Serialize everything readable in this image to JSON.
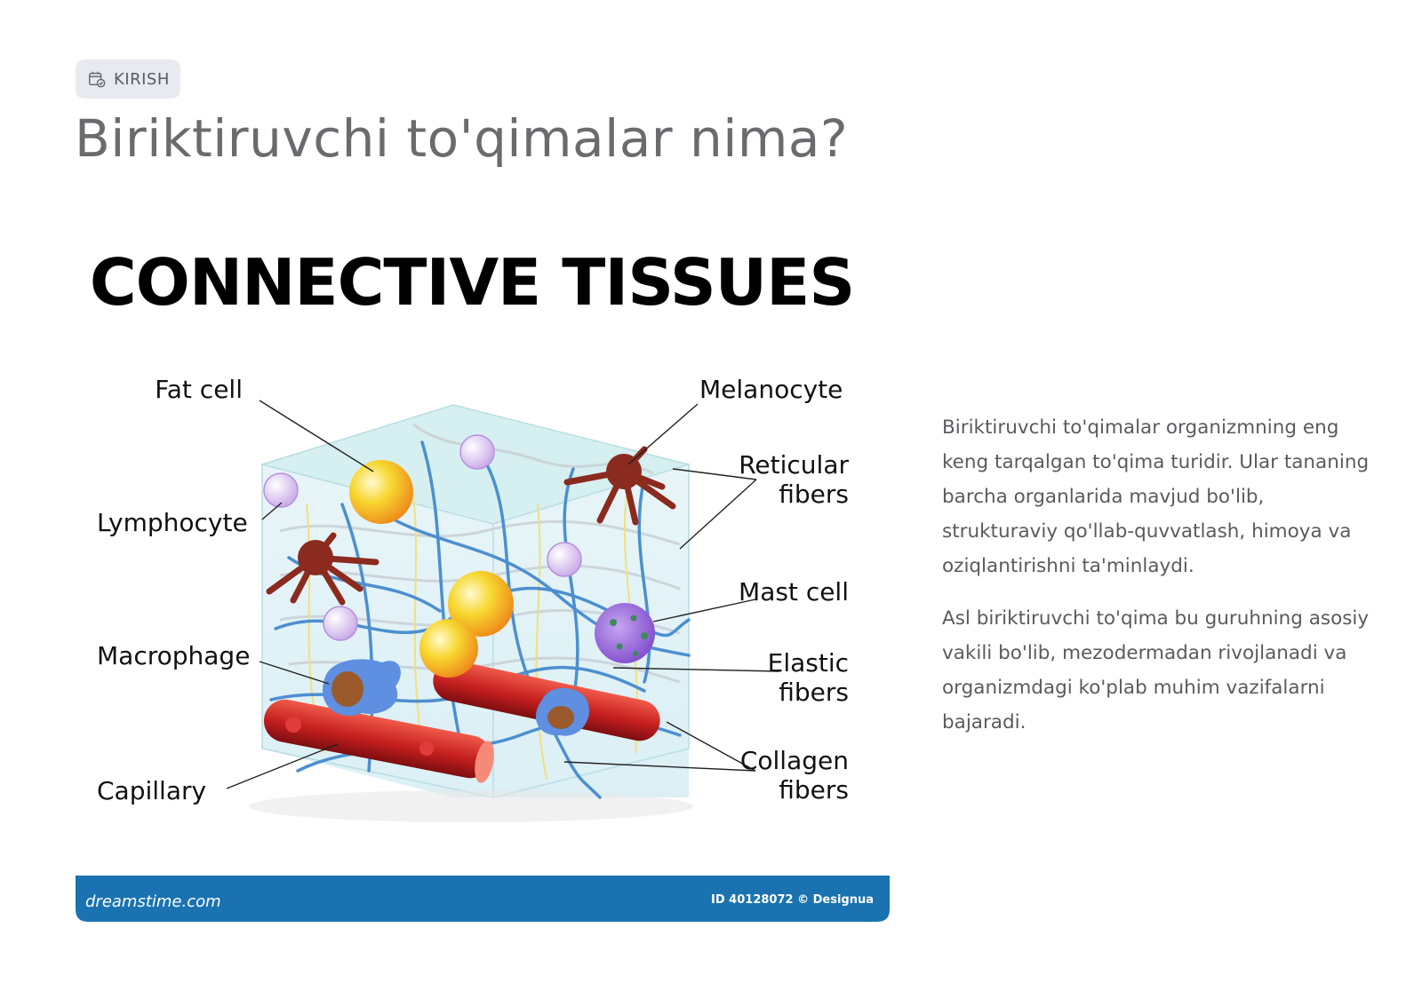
{
  "badge": {
    "label": "KIRISH",
    "icon": "calendar-check-icon"
  },
  "page": {
    "title": "Biriktiruvchi to'qimalar nima?"
  },
  "figure": {
    "title": "CONNECTIVE TISSUES",
    "labels": {
      "fat_cell": "Fat cell",
      "melanocyte": "Melanocyte",
      "lymphocyte": "Lymphocyte",
      "reticular_1": "Reticular",
      "reticular_2": "fibers",
      "mast_cell": "Mast cell",
      "macrophage": "Macrophage",
      "elastic_1": "Elastic",
      "elastic_2": "fibers",
      "capillary": "Capillary",
      "collagen_1": "Collagen",
      "collagen_2": "fibers"
    },
    "footer": {
      "brand": "dreamstime.com",
      "credit": "ID 40128072 © Designua",
      "color": "#1a73b0"
    }
  },
  "description": {
    "paragraph_1": "Biriktiruvchi to'qimalar organizmning eng keng tarqalgan to'qima turidir. Ular tananing barcha organlarida mavjud bo'lib, strukturaviy qo'llab-quvvatlash, himoya va oziqlantirishni ta'minlaydi.",
    "paragraph_2": "Asl biriktiruvchi to'qima bu guruhning asosiy vakili bo'lib, mezodermadan rivojlanadi va organizmdagi ko'plab muhim vazifalarni bajaradi."
  }
}
